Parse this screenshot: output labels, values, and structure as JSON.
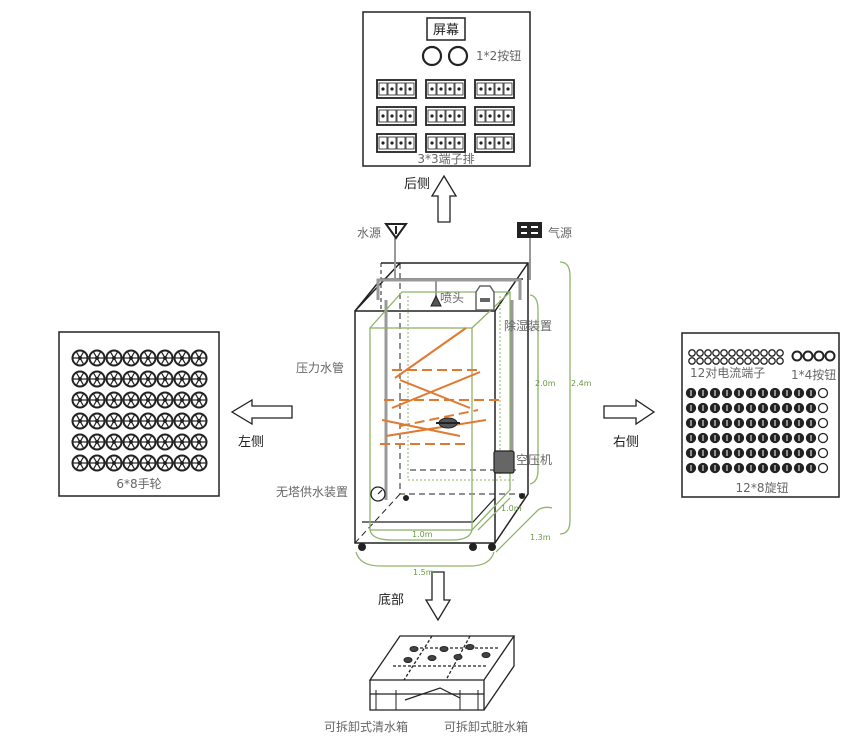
{
  "views": {
    "back": {
      "label": "后侧",
      "screen": "屏幕",
      "buttons": "1*2按钮",
      "terminals": "3*3端子排"
    },
    "left": {
      "label": "左侧",
      "wheels": "6*8手轮"
    },
    "right": {
      "label": "右侧",
      "current_terminals": "12对电流端子",
      "buttons": "1*4按钮",
      "knobs": "12*8旋钮"
    },
    "bottom": {
      "label": "底部",
      "clean_tank": "可拆卸式清水箱",
      "dirty_tank": "可拆卸式脏水箱"
    }
  },
  "components": {
    "water_source": "水源",
    "air_source": "气源",
    "nozzle": "喷头",
    "humidifier": "除湿装置",
    "pressure_pipe": "压力水管",
    "compressor": "空压机",
    "water_supply": "无塔供水装置"
  },
  "dimensions": {
    "d_20": "2.0m",
    "d_24": "2.4m",
    "d_10": "1.0m",
    "d_10b": "1.0m",
    "d_13": "1.3m",
    "d_15": "1.5m"
  },
  "colors": {
    "line": "#222222",
    "green": "#8fb46a",
    "orange": "#e07a30",
    "gray": "#999999"
  }
}
